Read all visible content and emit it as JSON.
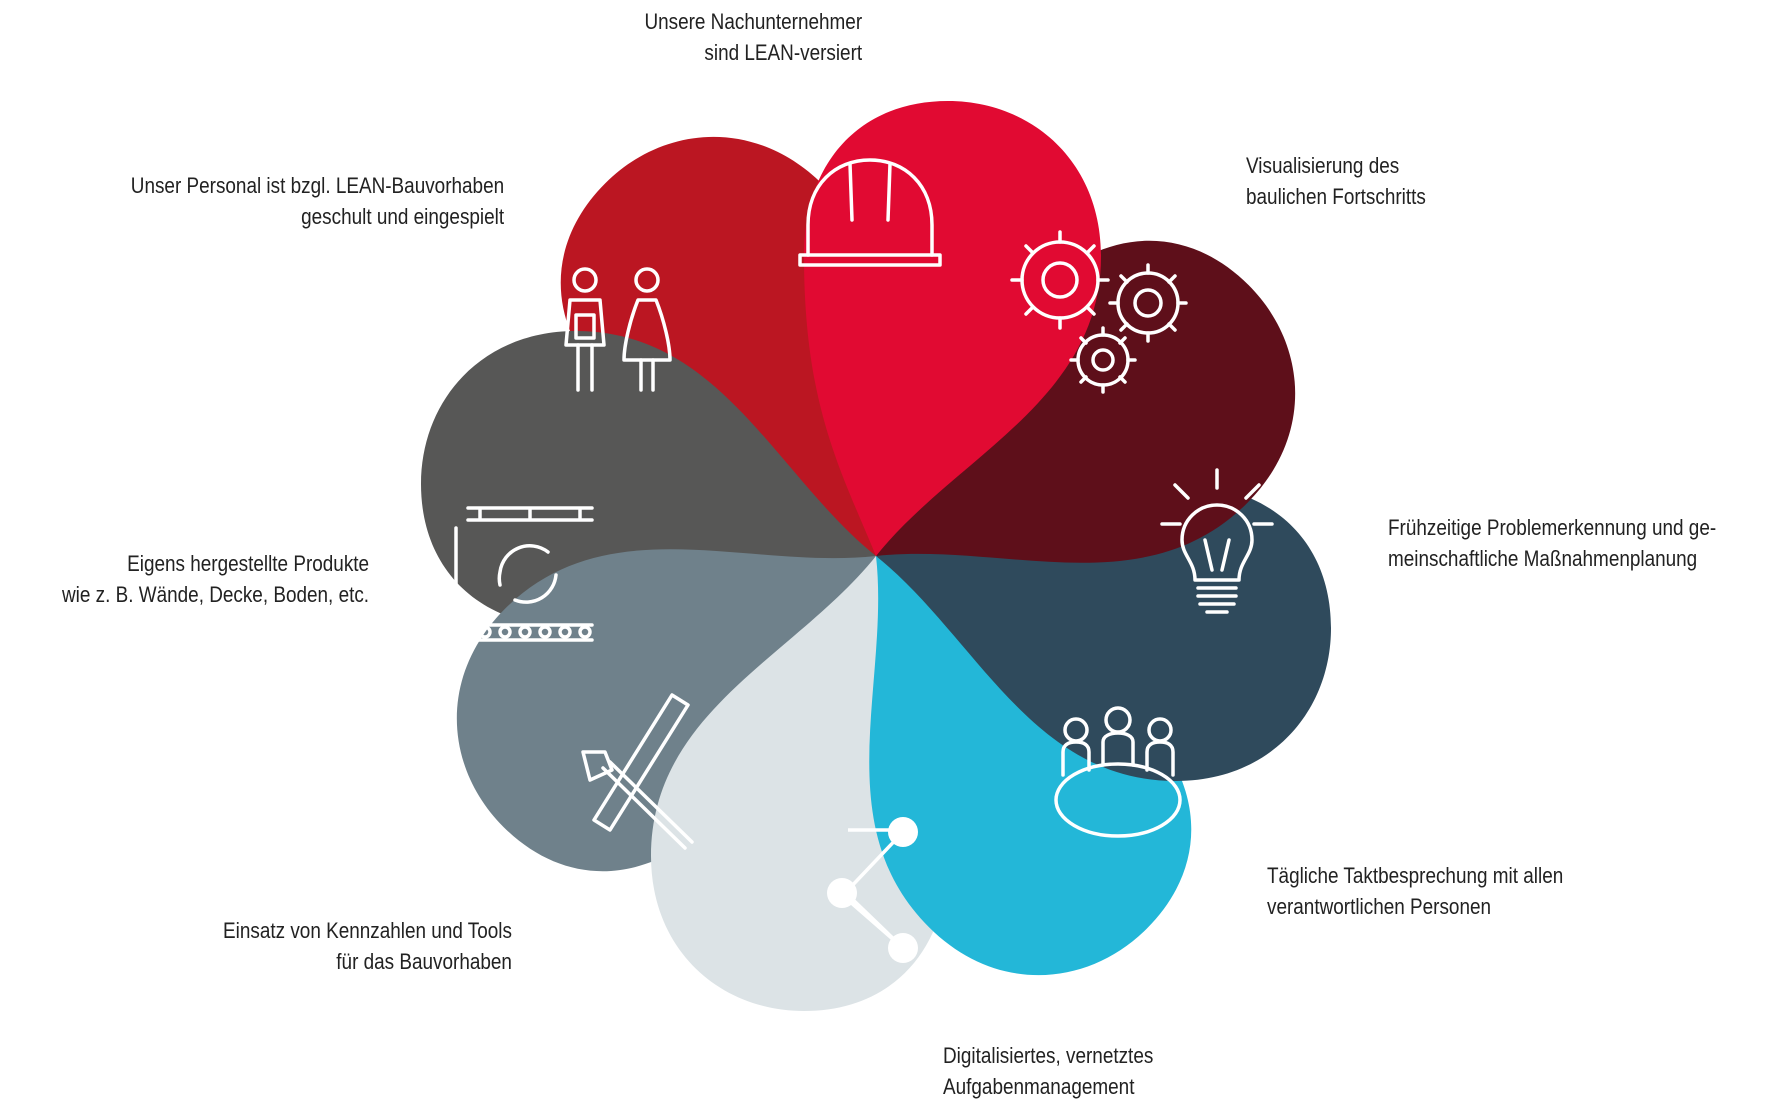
{
  "colors": {
    "top": "#e10a32",
    "top_right": "#5e0f1a",
    "right": "#2f4a5c",
    "bottom_right": "#23b7d8",
    "bottom": "#dce3e6",
    "bottom_left": "#6f818b",
    "left": "#575756",
    "top_left": "#bb1622"
  },
  "labels": {
    "top": [
      "Unsere Nachunternehmer",
      "sind LEAN-versiert"
    ],
    "top_right": [
      "Visualisierung des",
      "baulichen Fortschritts"
    ],
    "right": [
      "Frühzeitige Problemerkennung und ge-",
      "meinschaftliche Maßnahmenplanung"
    ],
    "bottom_right": [
      "Tägliche Taktbesprechung mit allen",
      "verantwortlichen Personen"
    ],
    "bottom": [
      "Digitalisiertes, vernetztes",
      "Aufgabenmanagement"
    ],
    "bottom_left": [
      "Einsatz von Kennzahlen und Tools",
      "für das Bauvorhaben"
    ],
    "left": [
      "Eigens hergestellte Produkte",
      "wie z. B. Wände, Decke, Boden, etc."
    ],
    "top_left": [
      "Unser Personal ist bzgl. LEAN-Bauvorhaben",
      "geschult und eingespielt"
    ]
  },
  "icons": {
    "top": "hard-hat-icon",
    "top_right": "gears-icon",
    "right": "lightbulb-icon",
    "bottom_right": "meeting-table-icon",
    "bottom": "share-network-icon",
    "bottom_left": "hammer-nail-icon",
    "left": "prefab-cycle-icon",
    "top_left": "workers-icon"
  }
}
